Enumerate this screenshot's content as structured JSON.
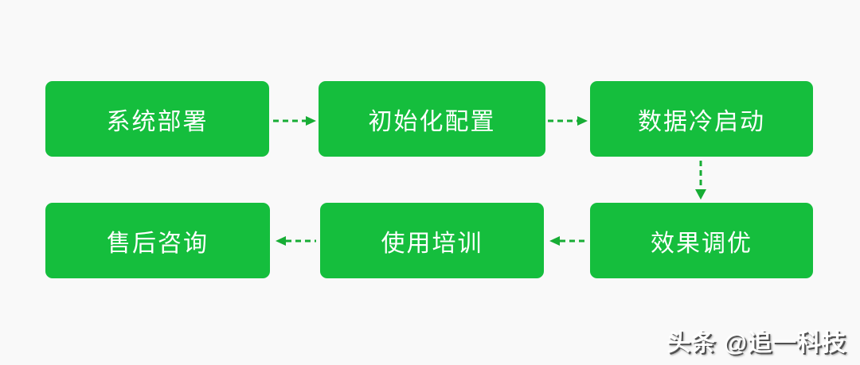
{
  "flowchart": {
    "title": "implementation-process-flow",
    "nodes": [
      {
        "id": "deploy",
        "label": "系统部署",
        "row": 1,
        "col": 1
      },
      {
        "id": "init",
        "label": "初始化配置",
        "row": 1,
        "col": 2
      },
      {
        "id": "coldstart",
        "label": "数据冷启动",
        "row": 1,
        "col": 3
      },
      {
        "id": "tuning",
        "label": "效果调优",
        "row": 2,
        "col": 3
      },
      {
        "id": "training",
        "label": "使用培训",
        "row": 2,
        "col": 2
      },
      {
        "id": "aftersales",
        "label": "售后咨询",
        "row": 2,
        "col": 1
      }
    ],
    "edges": [
      {
        "from": "系统部署",
        "to": "初始化配置",
        "style": "dashed",
        "direction": "right"
      },
      {
        "from": "初始化配置",
        "to": "数据冷启动",
        "style": "dashed",
        "direction": "right"
      },
      {
        "from": "数据冷启动",
        "to": "效果调优",
        "style": "dashed",
        "direction": "down"
      },
      {
        "from": "效果调优",
        "to": "使用培训",
        "style": "dashed",
        "direction": "left"
      },
      {
        "from": "使用培训",
        "to": "售后咨询",
        "style": "dashed",
        "direction": "left"
      }
    ],
    "colors": {
      "background": "#f9f9f9",
      "node_fill": "#15be3d",
      "node_text": "#ffffff",
      "arrow": "#17ad35"
    }
  },
  "watermark": {
    "text": "头条 @追一科技"
  }
}
